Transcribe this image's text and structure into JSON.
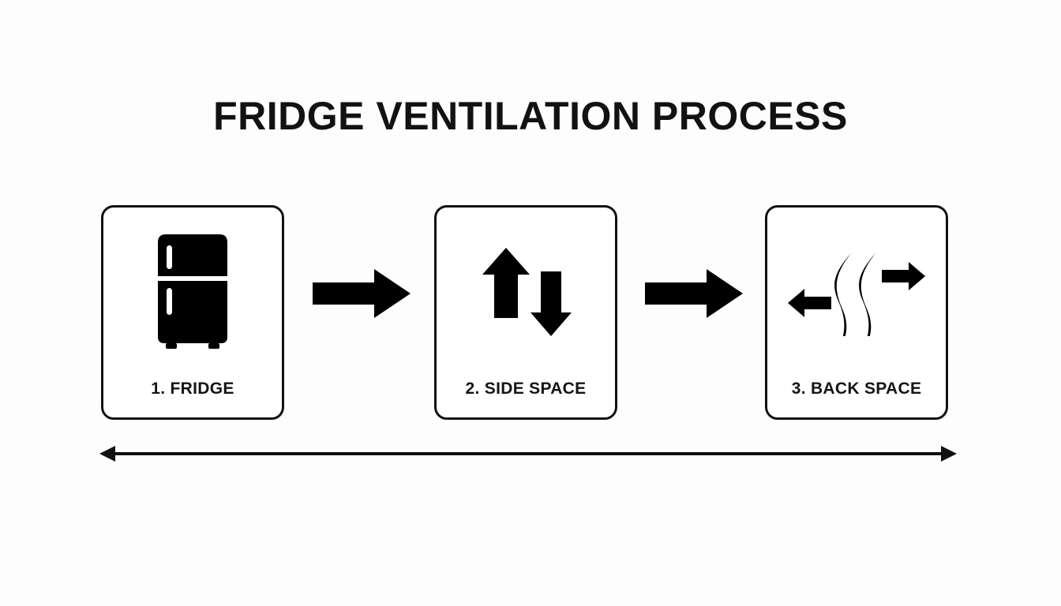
{
  "diagram": {
    "title": "FRIDGE VENTILATION PROCESS",
    "background_color": "#fdfdfd",
    "ink_color": "#111111",
    "steps": [
      {
        "label": "1. FRIDGE",
        "icon": "refrigerator-icon",
        "number": 1
      },
      {
        "label": "2. SIDE SPACE",
        "icon": "up-down-arrows-icon",
        "number": 2
      },
      {
        "label": "3. BACK SPACE",
        "icon": "heat-waves-icon",
        "number": 3
      }
    ],
    "connectors": [
      {
        "name": "step-1-to-2",
        "icon": "right-block-arrow-icon"
      },
      {
        "name": "step-2-to-3",
        "icon": "right-block-arrow-icon"
      }
    ],
    "span_arrow": {
      "name": "full-width-span",
      "icon": "double-headed-arrow-icon"
    }
  },
  "chart_data": {
    "type": "diagram",
    "title": "FRIDGE VENTILATION PROCESS",
    "flow": "linear-three-step",
    "nodes": [
      "1. FRIDGE",
      "2. SIDE SPACE",
      "3. BACK SPACE"
    ],
    "edges": [
      {
        "from": "1. FRIDGE",
        "to": "2. SIDE SPACE",
        "style": "block-arrow"
      },
      {
        "from": "2. SIDE SPACE",
        "to": "3. BACK SPACE",
        "style": "block-arrow"
      }
    ],
    "annotations": [
      "double-headed arrow spanning all three steps"
    ]
  }
}
